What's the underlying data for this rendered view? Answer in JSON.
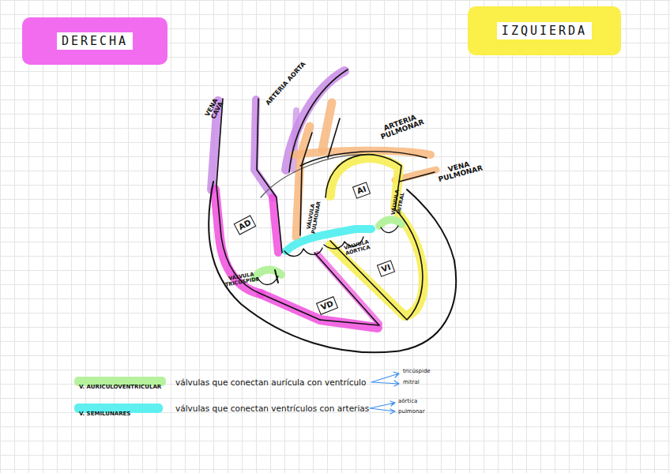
{
  "diagram": {
    "nodes": [
      {
        "text": [
          "DERECHA"
        ]
      },
      {
        "text": [
          "IZQUIERDA"
        ]
      },
      {
        "text": [
          "AD"
        ]
      },
      {
        "text": [
          "AI"
        ]
      },
      {
        "text": [
          "VD"
        ]
      },
      {
        "text": [
          "VI"
        ]
      }
    ],
    "labels": [
      "VENA CAVA",
      "ARTERIA AORTA",
      "ARTERIA PULMONAR",
      "VENA PULMONAR",
      "VÁLVULA PULMONAR",
      "VÁLVULA AÓRTICA",
      "VÁLVULA MITRAL",
      "VÁLVULA TRICÚSPIDE",
      "válvulas que conectan aurícula con ventrículo",
      "tricúspide",
      "mitral",
      "válvulas que conectan ventrículos con arterias",
      "aórtica",
      "pulmonar"
    ],
    "legend": [
      {
        "text": "V. AURICULOVENTRICULAR",
        "color": "#b6f29e"
      },
      {
        "text": "V. SEMILUNARES",
        "color": "#5ef0f0"
      }
    ]
  }
}
